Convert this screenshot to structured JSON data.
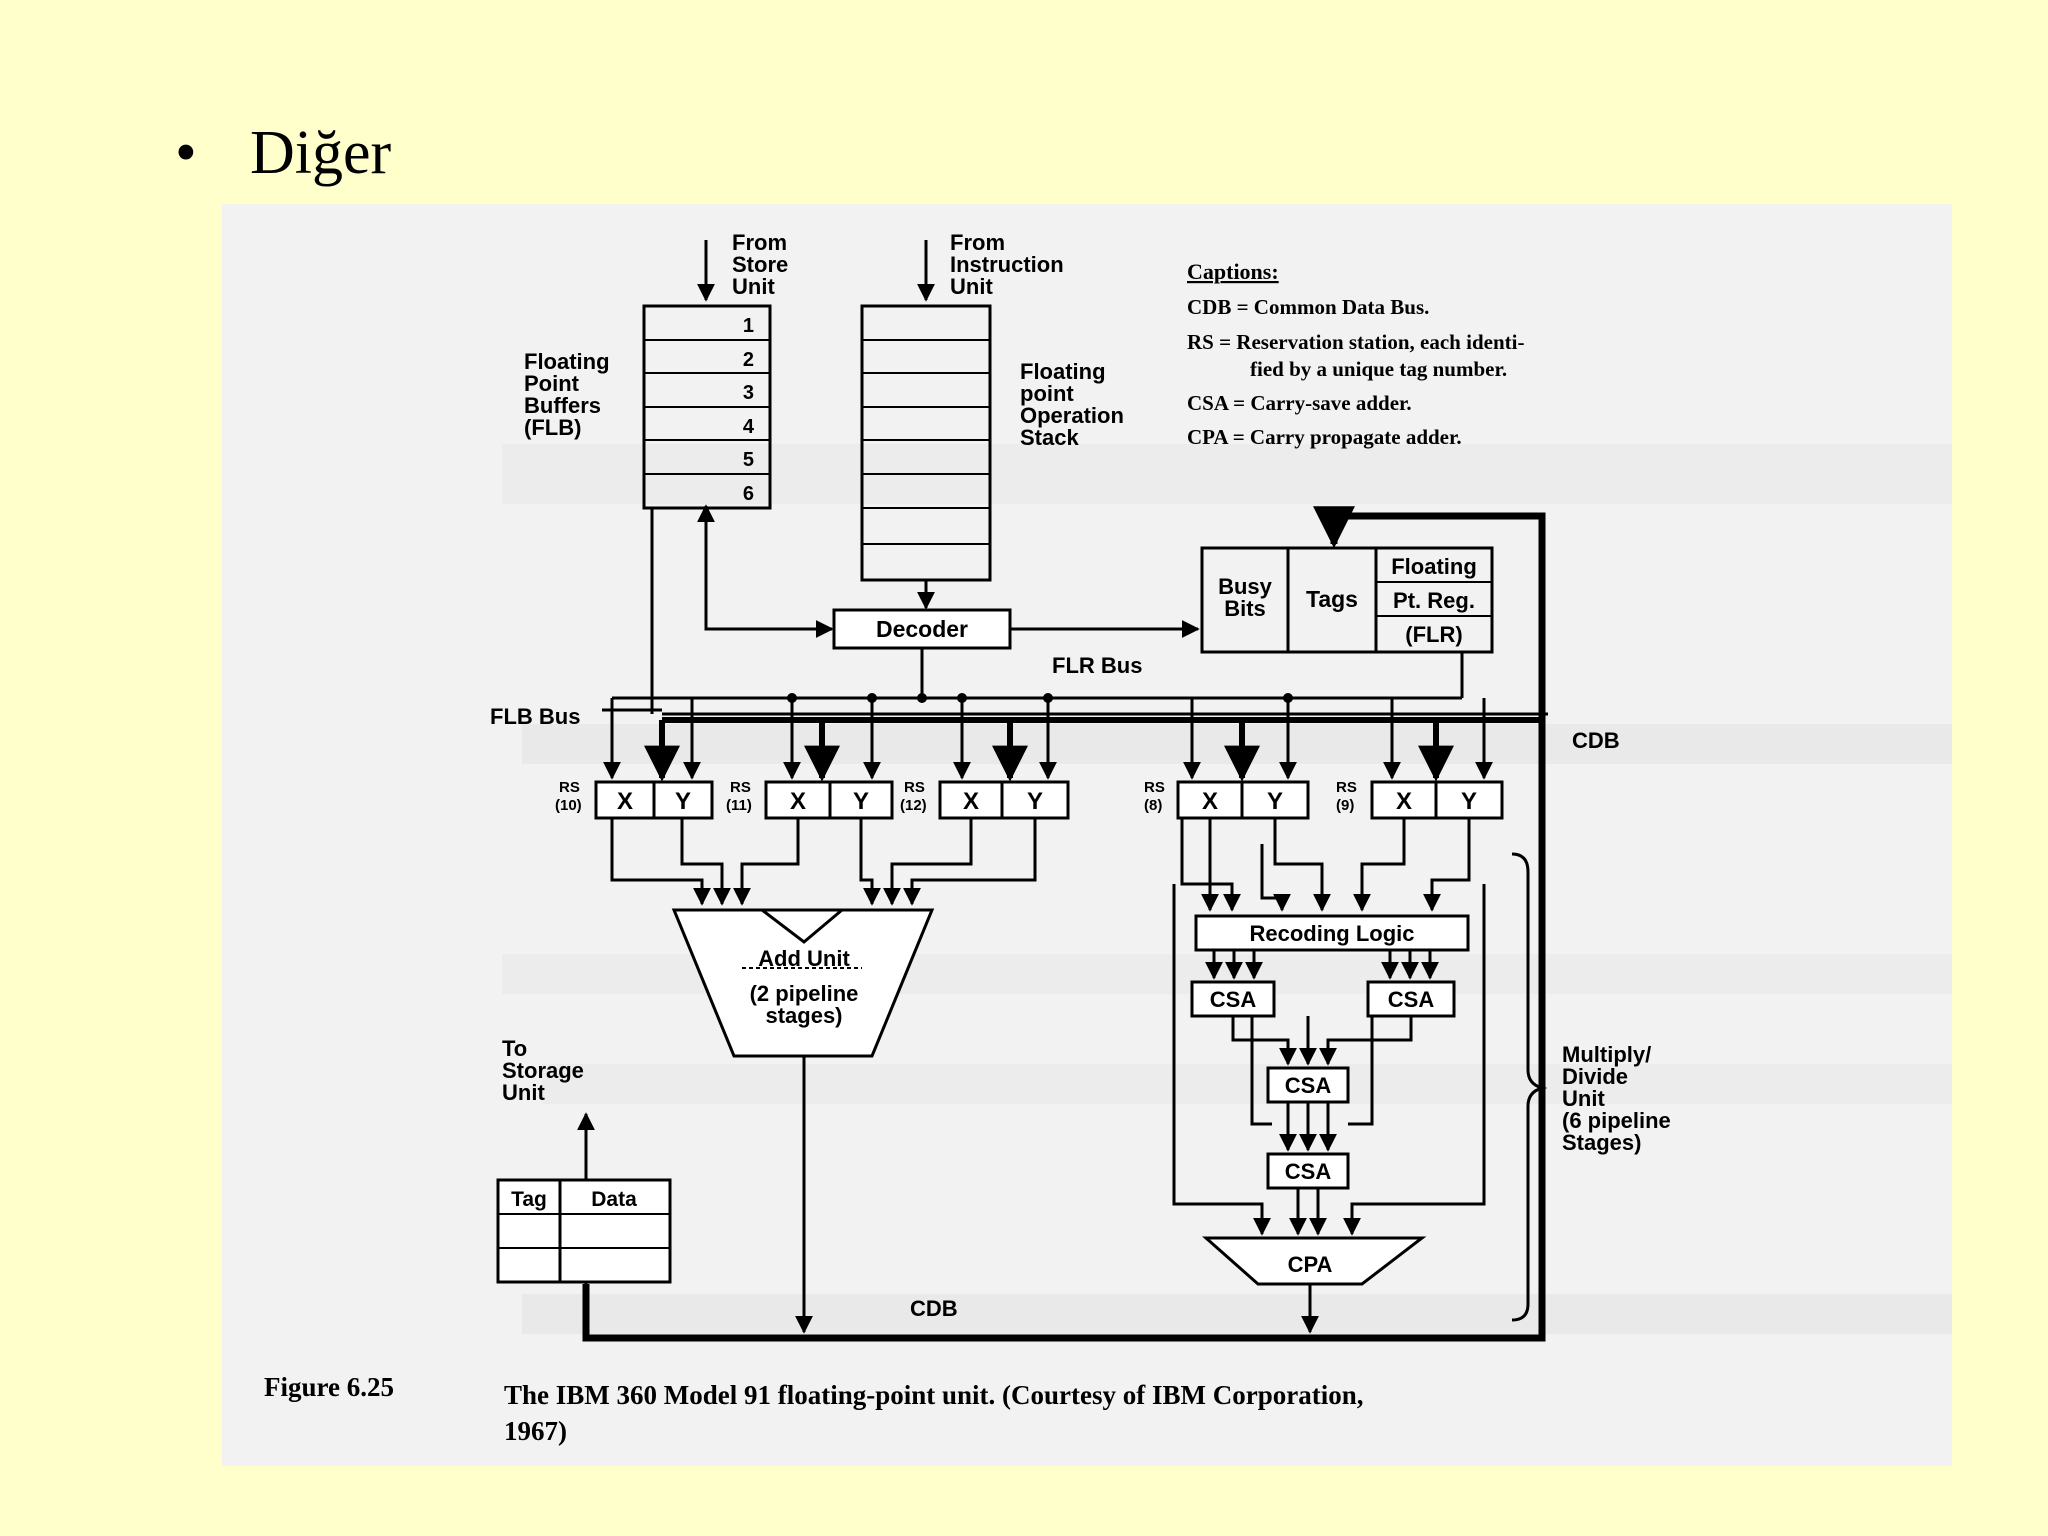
{
  "slide": {
    "bullet": "•",
    "title": "Diğer"
  },
  "figure": {
    "caption_number": "Figure 6.25",
    "caption_text": "The IBM 360 Model 91 floating-point unit.  (Courtesy of IBM Corporation,",
    "caption_text_2": "1967)",
    "captions_heading": "Captions:",
    "captions": [
      "CDB = Common Data Bus.",
      "RS = Reservation station, each identi-",
      "fied by a unique tag number.",
      "CSA = Carry-save adder.",
      "CPA = Carry propagate adder."
    ],
    "from_store": [
      "From",
      "Store",
      "Unit"
    ],
    "from_instruction": [
      "From",
      "Instruction",
      "Unit"
    ],
    "flb_label": [
      "Floating",
      "Point",
      "Buffers",
      "(FLB)"
    ],
    "flb_slots": [
      "1",
      "2",
      "3",
      "4",
      "5",
      "6"
    ],
    "fpos_label": [
      "Floating",
      "point",
      "Operation",
      "Stack"
    ],
    "busy_bits": [
      "Busy",
      "Bits"
    ],
    "tags": "Tags",
    "flr": [
      "Floating",
      "Pt. Reg.",
      "(FLR)"
    ],
    "decoder": "Decoder",
    "flr_bus": "FLR Bus",
    "flb_bus": "FLB Bus",
    "cdb": "CDB",
    "rs_stations": [
      {
        "rs": "RS",
        "num": "(10)",
        "x": "X",
        "y": "Y"
      },
      {
        "rs": "RS",
        "num": "(11)",
        "x": "X",
        "y": "Y"
      },
      {
        "rs": "RS",
        "num": "(12)",
        "x": "X",
        "y": "Y"
      },
      {
        "rs": "RS",
        "num": "(8)",
        "x": "X",
        "y": "Y"
      },
      {
        "rs": "RS",
        "num": "(9)",
        "x": "X",
        "y": "Y"
      }
    ],
    "add_unit": [
      "Add Unit",
      "(2 pipeline",
      "stages)"
    ],
    "recoding_logic": "Recoding Logic",
    "csa": "CSA",
    "cpa": "CPA",
    "multiply_unit": [
      "Multiply/",
      "Divide",
      "Unit",
      "(6 pipeline",
      "Stages)"
    ],
    "to_storage": [
      "To",
      "Storage",
      "Unit"
    ],
    "tag_header": "Tag",
    "data_header": "Data"
  }
}
